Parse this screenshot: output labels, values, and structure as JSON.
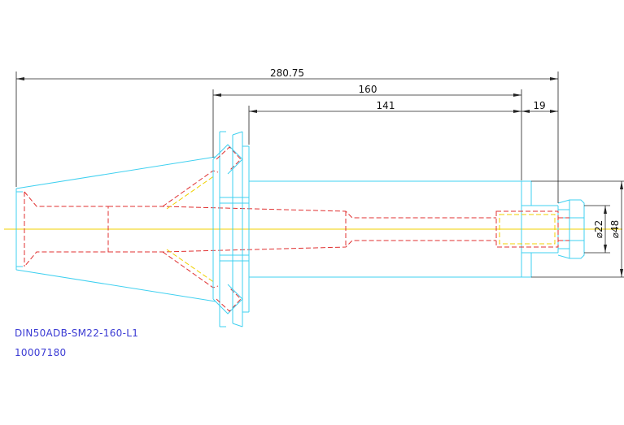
{
  "dimensions": {
    "overall_length": "280.75",
    "length_160": "160",
    "length_141": "141",
    "length_19": "19",
    "dia_22": "⌀22",
    "dia_48": "⌀48"
  },
  "title_block": {
    "part_name": "DIN50ADB-SM22-160-L1",
    "part_number": "10007180"
  },
  "colors": {
    "outline": "#3fd0f0",
    "hidden_line": "#e03030",
    "center_line": "#f0d000",
    "dimension": "#222222",
    "title_text": "#3b3bd4"
  }
}
